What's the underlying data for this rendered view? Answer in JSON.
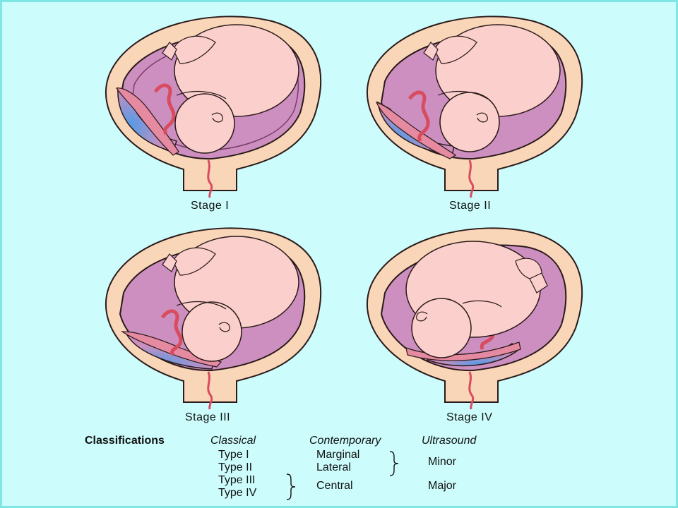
{
  "stages": [
    {
      "label": "Stage I"
    },
    {
      "label": "Stage II"
    },
    {
      "label": "Stage III"
    },
    {
      "label": "Stage IV"
    }
  ],
  "classifications": {
    "title": "Classifications",
    "columns": {
      "classical": "Classical",
      "contemporary": "Contemporary",
      "ultrasound": "Ultrasound"
    },
    "classical_types": [
      "Type I",
      "Type II",
      "Type III",
      "Type IV"
    ],
    "contemporary_terms": [
      "Marginal",
      "Lateral",
      "Central"
    ],
    "ultrasound_terms": [
      "Minor",
      "Major"
    ]
  },
  "colors": {
    "background": "#ccfcfc",
    "uterus_wall": "#f9d6b8",
    "uterus_outline": "#2a1a1a",
    "cavity": "#cc8fbf",
    "fetus": "#fbcfcb",
    "placenta": "#e58aa0",
    "placenta_blue": "#4f9be8"
  }
}
